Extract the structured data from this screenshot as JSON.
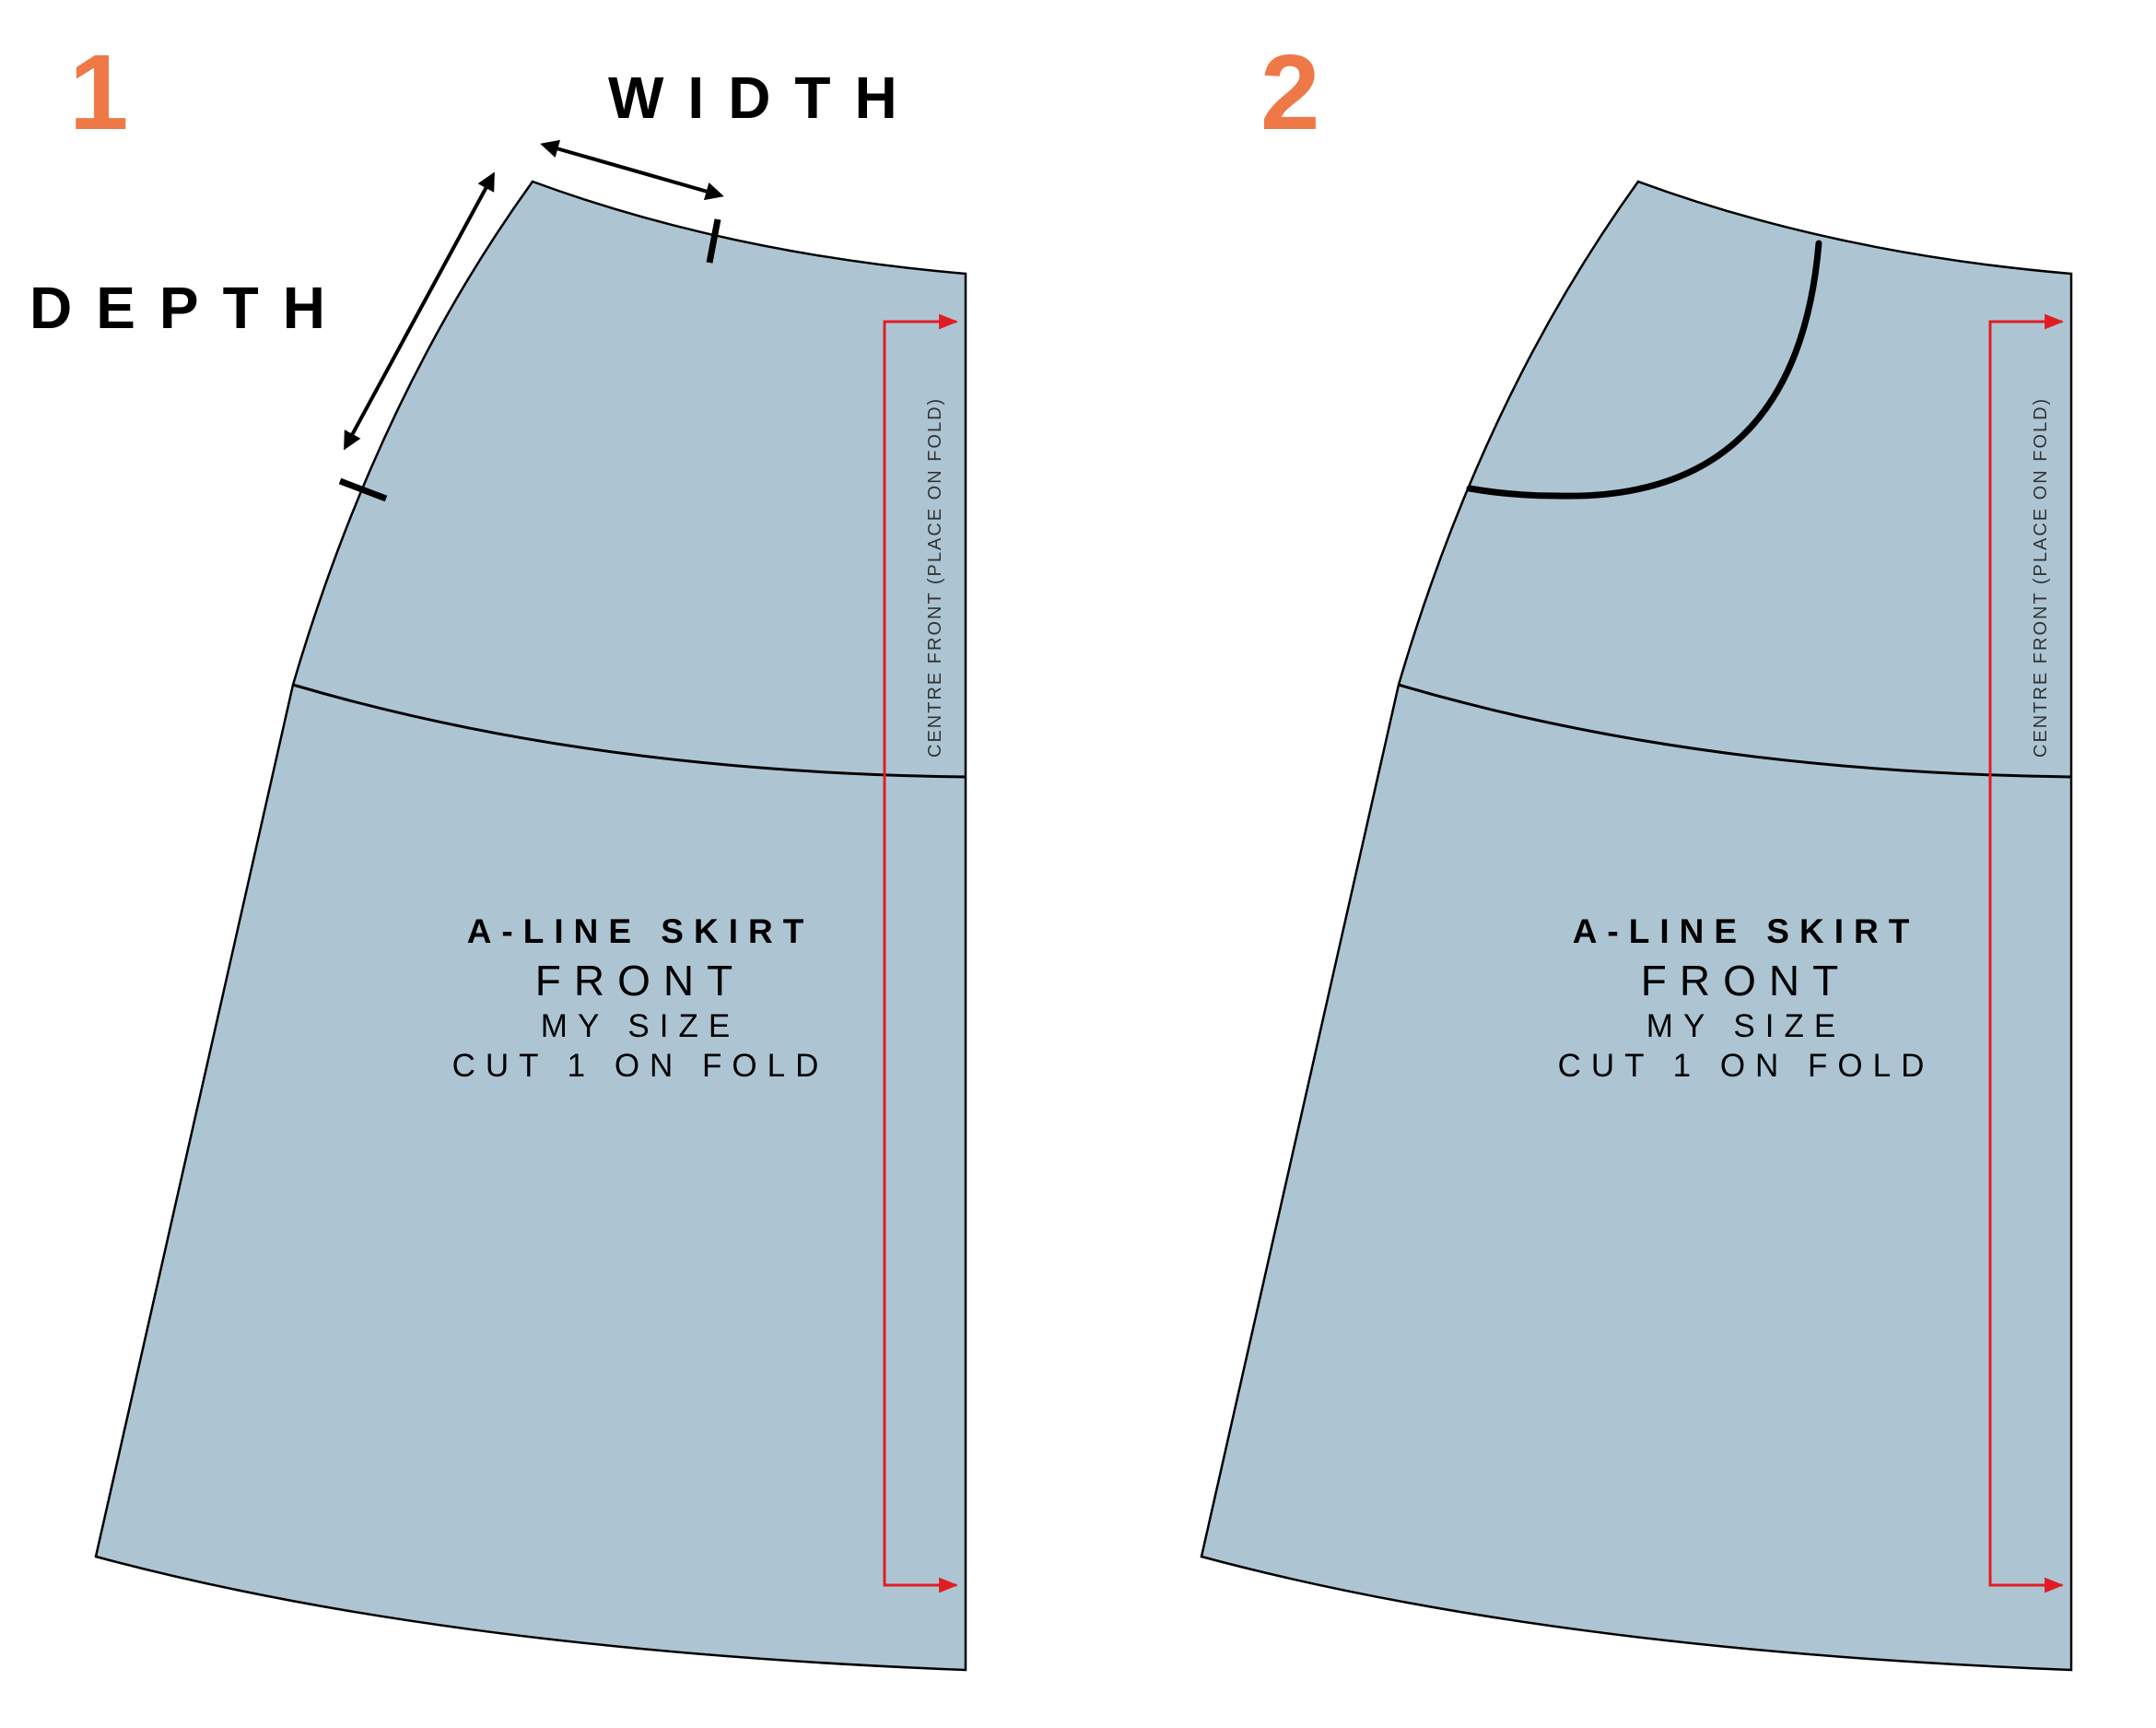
{
  "colors": {
    "fabric": "#adc5d3",
    "outline": "#000000",
    "accent": "#ef7847",
    "grainline": "#e11d24"
  },
  "measurements": {
    "width_label": "WIDTH",
    "depth_label": "DEPTH"
  },
  "panels": [
    {
      "step": "1",
      "title": "A-LINE SKIRT",
      "piece": "FRONT",
      "size": "MY SIZE",
      "cutting": "CUT 1 ON FOLD",
      "fold_label": "CENTRE FRONT  (PLACE ON FOLD)"
    },
    {
      "step": "2",
      "title": "A-LINE SKIRT",
      "piece": "FRONT",
      "size": "MY SIZE",
      "cutting": "CUT 1 ON FOLD",
      "fold_label": "CENTRE FRONT  (PLACE ON FOLD)"
    }
  ]
}
